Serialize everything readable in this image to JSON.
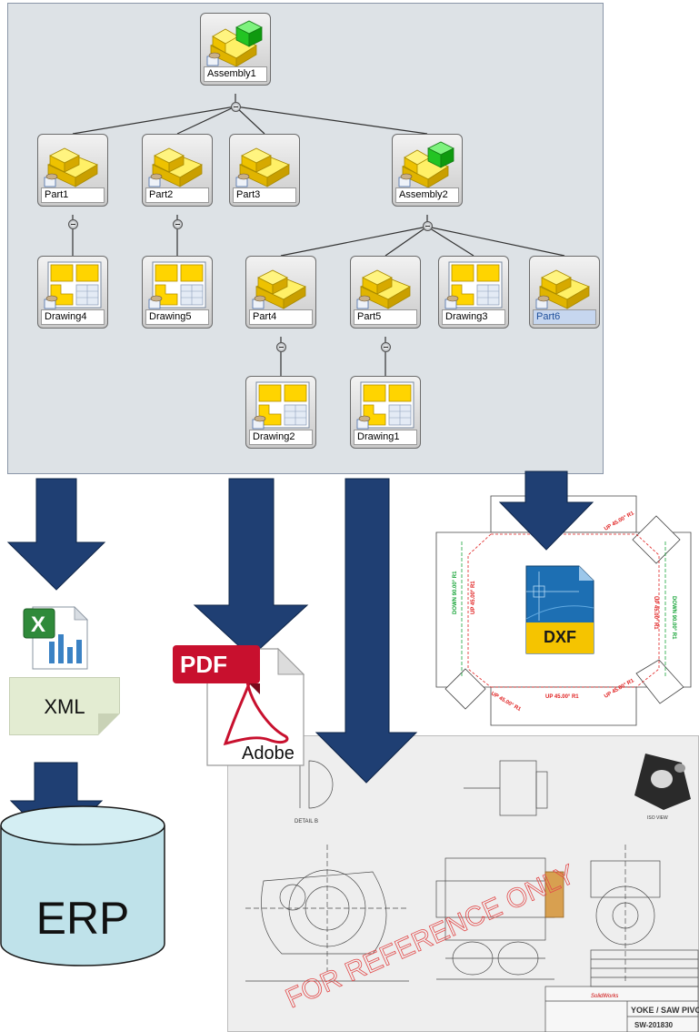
{
  "tree": {
    "nodes": [
      {
        "label": "Assembly1",
        "type": "assembly"
      },
      {
        "label": "Part1",
        "type": "part"
      },
      {
        "label": "Part2",
        "type": "part"
      },
      {
        "label": "Part3",
        "type": "part"
      },
      {
        "label": "Assembly2",
        "type": "assembly"
      },
      {
        "label": "Drawing4",
        "type": "drawing"
      },
      {
        "label": "Drawing5",
        "type": "drawing"
      },
      {
        "label": "Part4",
        "type": "part"
      },
      {
        "label": "Part5",
        "type": "part"
      },
      {
        "label": "Drawing3",
        "type": "drawing"
      },
      {
        "label": "Part6",
        "type": "part",
        "selected": true
      },
      {
        "label": "Drawing2",
        "type": "drawing"
      },
      {
        "label": "Drawing1",
        "type": "drawing"
      }
    ]
  },
  "outputs": {
    "xml_label": "XML",
    "erp_label": "ERP",
    "pdf_badge": "PDF",
    "adobe_label": "Adobe",
    "dxf_badge": "DXF"
  },
  "dxf_sheet": {
    "down_left": "DOWN 90.00° R1",
    "up_left": "UP 45.00° R1",
    "up_right": "UP 45.00° R1",
    "down_right": "DOWN 90.00° R1",
    "up_top_right": "UP 45.00° R1",
    "up_bottom_left": "UP 45.00° R1",
    "up_bottom": "UP 45.00° R1",
    "up_bottom_right": "UP 45.00° R1"
  },
  "drawing_sheet": {
    "watermark": "FOR REFERENCE ONLY",
    "title": "YOKE / SAW PIVOT",
    "number": "SW-201830",
    "brand": "SolidWorks",
    "detail_label": "DETAIL B",
    "iso_label": "ISO VIEW"
  },
  "colors": {
    "arrow": "#1f3f73",
    "panel": "#dde2e6",
    "xml_box": "#e3ecd2",
    "erp_fill": "#bfe2ea",
    "pdf_red": "#c8102e",
    "dxf_yellow": "#f5c400"
  }
}
